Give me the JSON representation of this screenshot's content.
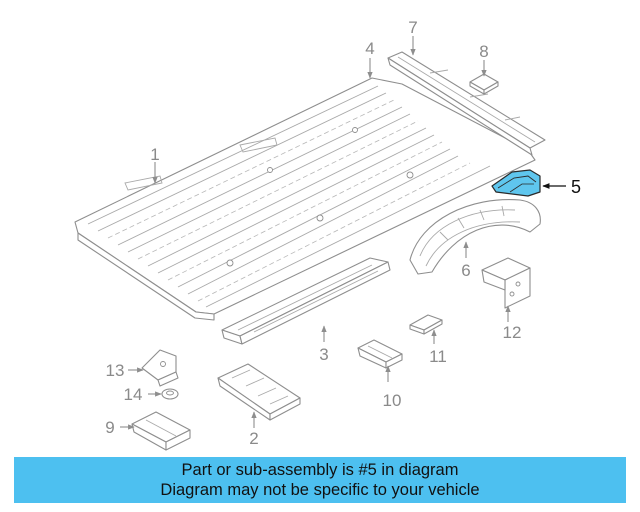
{
  "diagram": {
    "highlight_color": "#5fc6ee",
    "highlighted_part": "5",
    "callouts": [
      "1",
      "2",
      "3",
      "4",
      "5",
      "6",
      "7",
      "8",
      "9",
      "10",
      "11",
      "12",
      "13",
      "14"
    ]
  },
  "banner": {
    "line1": "Part or sub-assembly is #5 in diagram",
    "line2": "Diagram may not be specific to your vehicle",
    "color": "#4dc0f0"
  }
}
